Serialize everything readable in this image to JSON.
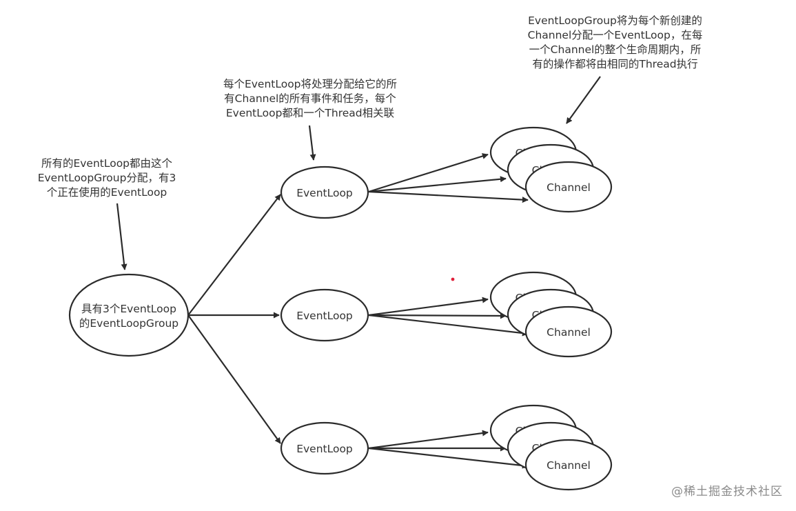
{
  "notes": {
    "group_note": [
      "所有的EventLoop都由这个",
      "EventLoopGroup分配，有3",
      "个正在使用的EventLoop"
    ],
    "loop_note": [
      "每个EventLoop将处理分配给它的所",
      "有Channel的所有事件和任务，每个",
      "EventLoop都和一个Thread相关联"
    ],
    "channel_note": [
      "EventLoopGroup将为每个新创建的",
      "Channel分配一个EventLoop，在每",
      "一个Channel的整个生命周期内，所",
      "有的操作都将由相同的Thread执行"
    ]
  },
  "group_node": {
    "lines": [
      "具有3个EventLoop",
      "的EventLoopGroup"
    ]
  },
  "event_loops": [
    {
      "label": "EventLoop",
      "channels": [
        "Ch",
        "Ch",
        "Channel"
      ]
    },
    {
      "label": "EventLoop",
      "channels": [
        "Ch",
        "Ch",
        "Channel"
      ]
    },
    {
      "label": "EventLoop",
      "channels": [
        "Ch",
        "Ch",
        "Channel"
      ]
    }
  ],
  "watermark": "@稀土掘金技术社区",
  "colors": {
    "stroke": "#2b2b2b",
    "text": "#333333",
    "dot": "#e0203a"
  }
}
